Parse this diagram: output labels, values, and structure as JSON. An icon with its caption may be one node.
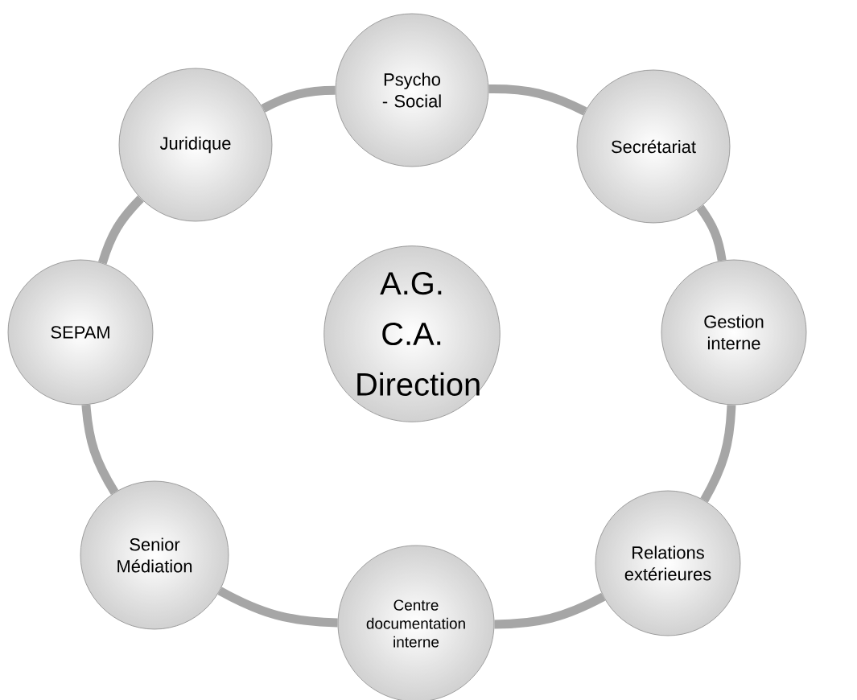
{
  "diagram": {
    "nodes": [
      {
        "text": [
          "Psycho - Social"
        ]
      },
      {
        "text": [
          "Juridique"
        ]
      },
      {
        "text": [
          "Secrétariat"
        ]
      },
      {
        "text": [
          "SEPAM"
        ]
      },
      {
        "text": [
          "A.G.",
          "C.A.",
          "Direction"
        ]
      },
      {
        "text": [
          "Gestion interne"
        ]
      },
      {
        "text": [
          "Senior Médiation"
        ]
      },
      {
        "text": [
          "Relations extérieures"
        ]
      },
      {
        "text": [
          "Centre documentation interne"
        ]
      }
    ],
    "edges": [
      {
        "from": 0,
        "to": 2,
        "arrow": "none"
      },
      {
        "from": 2,
        "to": 5,
        "arrow": "none"
      },
      {
        "from": 5,
        "to": 7,
        "arrow": "none"
      },
      {
        "from": 7,
        "to": 8,
        "arrow": "none"
      },
      {
        "from": 8,
        "to": 6,
        "arrow": "none"
      },
      {
        "from": 6,
        "to": 3,
        "arrow": "none"
      },
      {
        "from": 3,
        "to": 1,
        "arrow": "none"
      },
      {
        "from": 1,
        "to": 0,
        "arrow": "none"
      }
    ]
  }
}
